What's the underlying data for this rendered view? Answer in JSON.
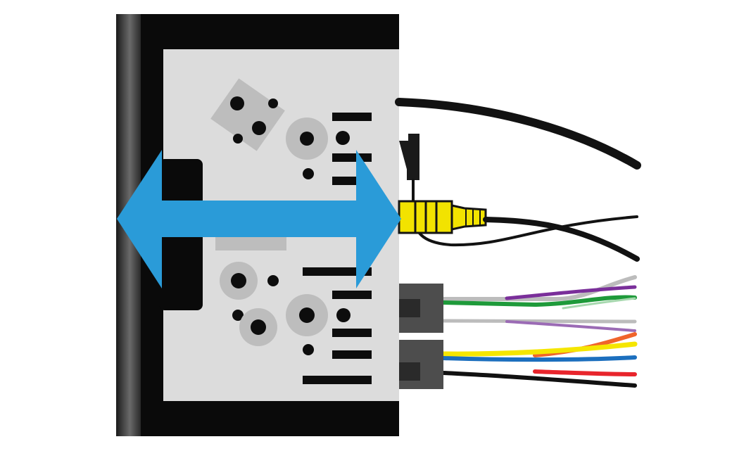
{
  "diagram": {
    "subject": "car-radio-rear-panel-with-wiring",
    "colors": {
      "background": "#ffffff",
      "chassis": "#0a0a0a",
      "chassis_edge_dark": "#1a1a1a",
      "chassis_edge_light": "#6a6a6a",
      "panel": "#dcdcdc",
      "panel_part": "#bdbdbd",
      "hole": "#0d0d0d",
      "slot": "#0d0d0d",
      "arrow": "#2a9bd8",
      "antenna_cable": "#121212",
      "rca_yellow": "#f2e300",
      "rca_dark": "#141414",
      "connector": "#4d4d4d",
      "connector_socket": "#2a2a2a"
    },
    "wires": [
      {
        "name": "gray",
        "color": "#bcbcbc"
      },
      {
        "name": "purple",
        "color": "#7a2f9a"
      },
      {
        "name": "green",
        "color": "#1e9a3a"
      },
      {
        "name": "green-white",
        "color": "#a6d8ae"
      },
      {
        "name": "gray-white",
        "color": "#bcbcbc"
      },
      {
        "name": "purple-white",
        "color": "#9b6bb5"
      },
      {
        "name": "orange",
        "color": "#f0642b"
      },
      {
        "name": "yellow",
        "color": "#f5e600"
      },
      {
        "name": "blue",
        "color": "#1c6fbe"
      },
      {
        "name": "red",
        "color": "#e8252c"
      },
      {
        "name": "black",
        "color": "#111111"
      }
    ],
    "icons": {
      "resize": "double-headed-horizontal-arrow"
    }
  }
}
